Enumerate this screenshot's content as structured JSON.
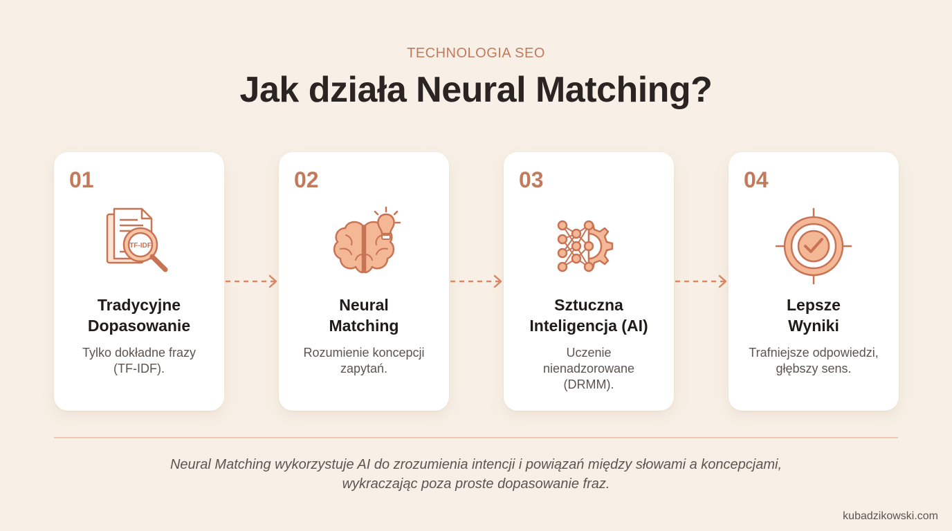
{
  "header": {
    "eyebrow": "TECHNOLOGIA SEO",
    "title": "Jak działa Neural Matching?"
  },
  "steps": [
    {
      "number": "01",
      "icon": "document-magnifier-icon",
      "icon_label": "TF-IDF",
      "title_line1": "Tradycyjne",
      "title_line2": "Dopasowanie",
      "desc_line1": "Tylko dokładne frazy",
      "desc_line2": "(TF-IDF).",
      "desc_line3": ""
    },
    {
      "number": "02",
      "icon": "brain-lightbulb-icon",
      "title_line1": "Neural",
      "title_line2": "Matching",
      "desc_line1": "Rozumienie koncepcji",
      "desc_line2": "zapytań.",
      "desc_line3": ""
    },
    {
      "number": "03",
      "icon": "neural-network-gear-icon",
      "title_line1": "Sztuczna",
      "title_line2": "Inteligencja (AI)",
      "desc_line1": "Uczenie",
      "desc_line2": "nienadzorowane",
      "desc_line3": "(DRMM)."
    },
    {
      "number": "04",
      "icon": "target-check-icon",
      "title_line1": "Lepsze",
      "title_line2": "Wyniki",
      "desc_line1": "Trafniejsze odpowiedzi,",
      "desc_line2": "głębszy sens.",
      "desc_line3": ""
    }
  ],
  "footnote": {
    "line1": "Neural Matching wykorzystuje AI do zrozumienia intencji i powiązań między słowami a koncepcjami,",
    "line2": "wykraczając poza proste dopasowanie fraz."
  },
  "credit": "kubadzikowski.com",
  "colors": {
    "background": "#f8f0e6",
    "accent": "#c27a5a",
    "icon_fill": "#f4b896",
    "icon_stroke": "#c87454",
    "divider": "#f0c9b3"
  }
}
